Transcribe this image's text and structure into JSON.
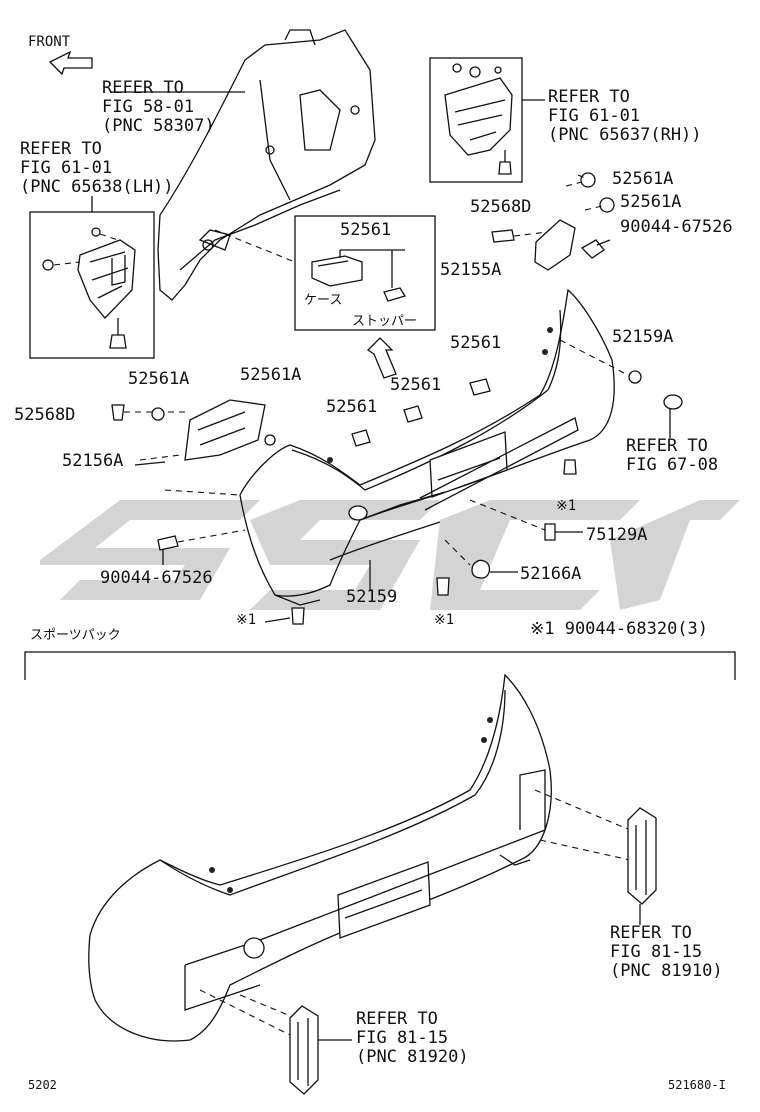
{
  "labels": {
    "front": "FRONT",
    "refer_58307": "REFER TO\nFIG 58-01\n(PNC 58307)",
    "refer_65638": "REFER TO\nFIG 61-01\n(PNC 65638(LH))",
    "refer_65637": "REFER TO\nFIG 61-01\n(PNC 65637(RH))",
    "p52561_box": "52561",
    "case_jp": "ケース",
    "stopper_jp": "ストッパー",
    "p52561A_r1": "52561A",
    "p52561A_r2": "52561A",
    "p52568D_r": "52568D",
    "p90044_67526_r": "90044-67526",
    "p52155A": "52155A",
    "p52159A": "52159A",
    "refer_6708": "REFER TO\nFIG 67-08",
    "p52561_a": "52561",
    "p52561_b": "52561",
    "p52561_c": "52561",
    "p52561A_l1": "52561A",
    "p52561A_l2": "52561A",
    "p52568D_l": "52568D",
    "p52156A": "52156A",
    "p90044_67526_l": "90044-67526",
    "note1_mark_a": "※1",
    "p75129A": "75129A",
    "p52166A": "52166A",
    "p52159": "52159",
    "note1_mark_b": "※1",
    "note1_mark_c": "※1",
    "note1_text": "※1 90044-68320(3)",
    "sports_pack": "スポーツパック",
    "refer_81910": "REFER TO\nFIG 81-15\n(PNC 81910)",
    "refer_81920": "REFER TO\nFIG 81-15\n(PNC 81920)",
    "page_left": "5202",
    "page_right": "521680-I"
  },
  "watermark_color": "#d4d4d4",
  "line_color": "#111111"
}
